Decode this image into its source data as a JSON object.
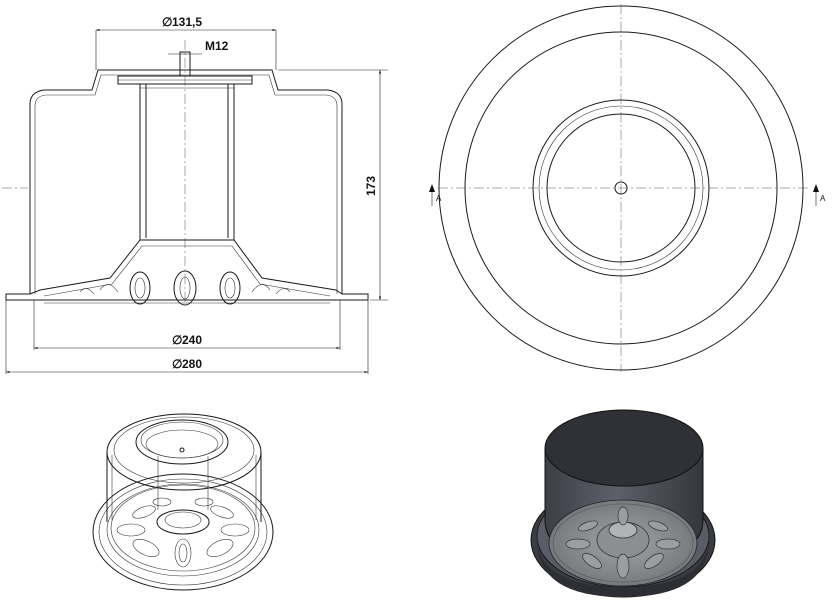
{
  "dimensions": {
    "top_diameter": "131,5",
    "thread": "M12",
    "height": "173",
    "inner_diameter": "240",
    "outer_diameter": "280",
    "diameter_symbol": "∅"
  },
  "section": {
    "left_marker": "A",
    "right_marker": "A"
  },
  "colors": {
    "line": "#1a1a1a",
    "rendered_body": "#4a4d55",
    "rendered_flange": "#5a5d66",
    "rendered_base": "#7d7f85"
  }
}
